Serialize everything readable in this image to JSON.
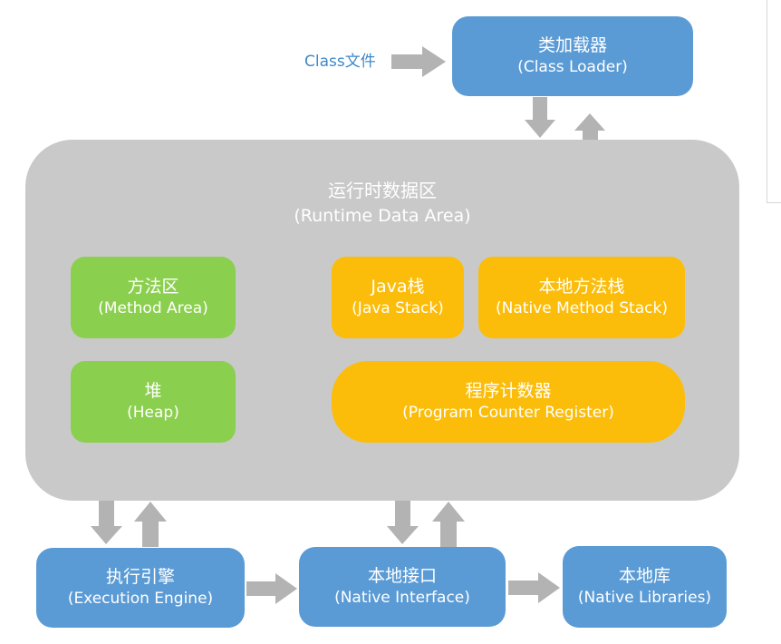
{
  "class_file": "Class文件",
  "class_loader": {
    "zh": "类加载器",
    "en": "(Class Loader)"
  },
  "runtime_data_area": {
    "zh": "运行时数据区",
    "en": "(Runtime Data Area)"
  },
  "method_area": {
    "zh": "方法区",
    "en": "(Method Area)"
  },
  "heap": {
    "zh": "堆",
    "en": "(Heap)"
  },
  "java_stack": {
    "zh": "Java栈",
    "en": "(Java Stack)"
  },
  "native_method_stack": {
    "zh": "本地方法栈",
    "en": "(Native Method Stack)"
  },
  "program_counter_register": {
    "zh": "程序计数器",
    "en": "(Program Counter Register)"
  },
  "execution_engine": {
    "zh": "执行引擎",
    "en": "(Execution Engine)"
  },
  "native_interface": {
    "zh": "本地接口",
    "en": "(Native Interface)"
  },
  "native_libraries": {
    "zh": "本地库",
    "en": "(Native Libraries)"
  },
  "colors": {
    "blue_box": "#5b9bd5",
    "green_box": "#8bcf4f",
    "yellow_box": "#fbbd0a",
    "runtime_area": "#c9c9c9",
    "arrow": "#b3b3b3",
    "class_file_text": "#3f88c9"
  }
}
